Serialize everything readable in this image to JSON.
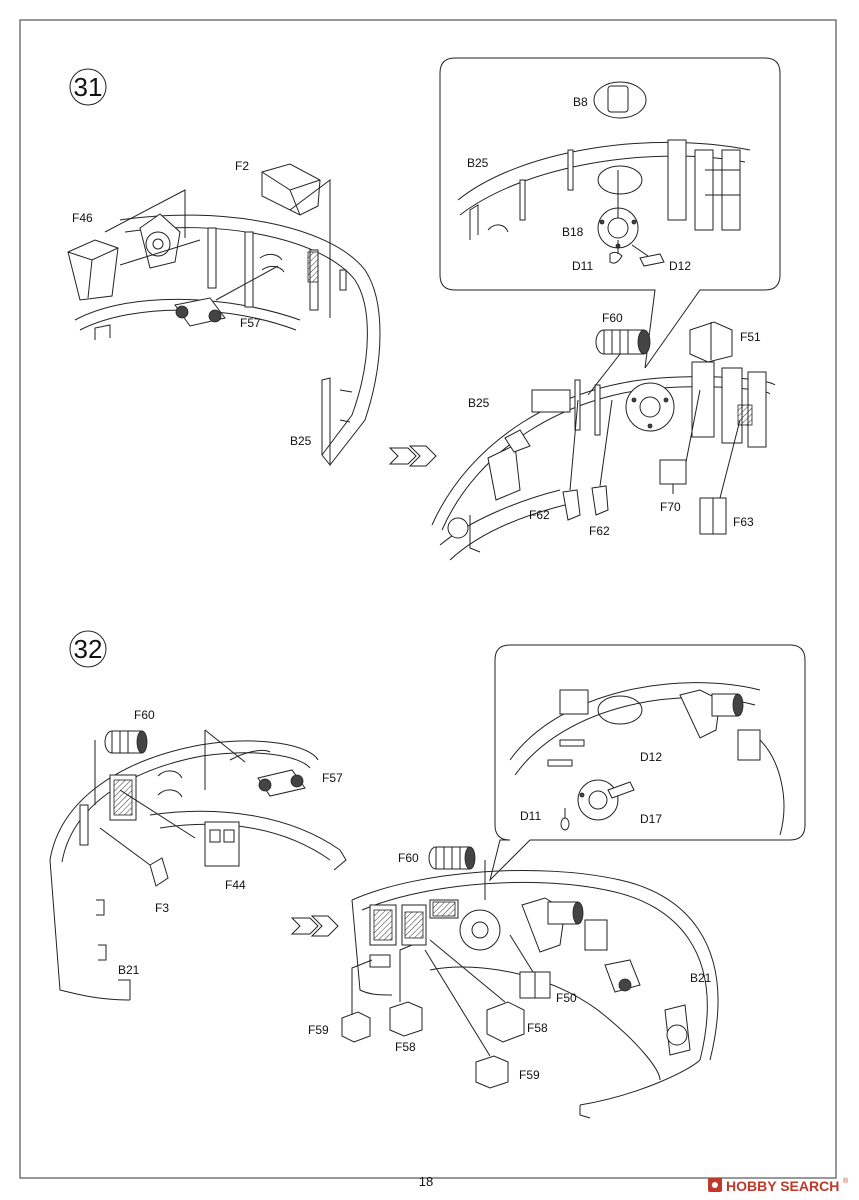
{
  "page": {
    "number": "18"
  },
  "watermark": {
    "brand": "HOBBY SEARCH",
    "registered": "®"
  },
  "steps": [
    {
      "number": "31",
      "labels": {
        "F46": "F46",
        "F2": "F2",
        "F57": "F57",
        "B25_main": "B25",
        "inset_B8": "B8",
        "inset_B25": "B25",
        "inset_B18": "B18",
        "inset_D11": "D11",
        "inset_D12": "D12",
        "F60": "F60",
        "F51": "F51",
        "B25_result": "B25",
        "F62_a": "F62",
        "F62_b": "F62",
        "F70": "F70",
        "F63": "F63"
      }
    },
    {
      "number": "32",
      "labels": {
        "F60_main": "F60",
        "F57": "F57",
        "F44": "F44",
        "F3": "F3",
        "B21_main": "B21",
        "inset_D12": "D12",
        "inset_D11": "D11",
        "inset_D17": "D17",
        "F60_result": "F60",
        "F50": "F50",
        "B21_result": "B21",
        "F59_a": "F59",
        "F58_a": "F58",
        "F58_b": "F58",
        "F59_b": "F59"
      }
    }
  ]
}
